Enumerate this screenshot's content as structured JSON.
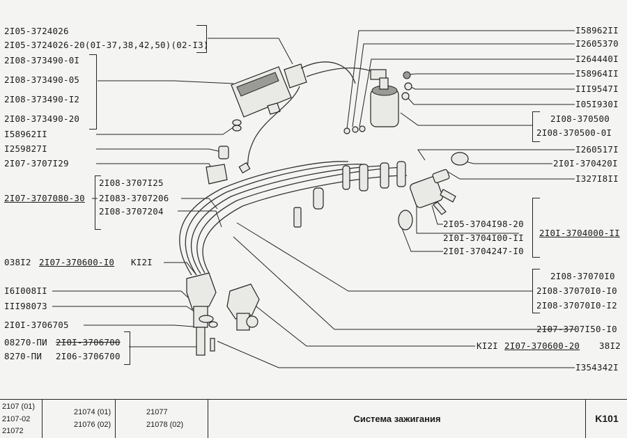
{
  "left_labels": {
    "l1": "2I05-3724026",
    "l2": "2I05-3724026-20(0I-37,38,42,50)(02-I3)",
    "l3": "2I08-373490-0I",
    "l4": "2I08-373490-05",
    "l5": "2I08-373490-I2",
    "l6": "2I08-373490-20",
    "l7": "I58962II",
    "l8": "I259827I",
    "l9": "2I07-3707I29",
    "l10": "2I07-3707080-30",
    "l11": "2I08-3707I25",
    "l12": "2I083-3707206",
    "l13": "2I08-3707204",
    "l14a": "038I2",
    "l14b": "2I07-370600-I0",
    "l14c": "KI2I",
    "l15": "I6I008II",
    "l16": "III98073",
    "l17": "2I0I-3706705",
    "l18a": "08270-ПИ",
    "l18b": "2I0I-3706700",
    "l19a": "8270-ПИ",
    "l19b": "2I06-3706700"
  },
  "right_labels": {
    "r1": "I58962II",
    "r2": "I2605370",
    "r3": "I264440I",
    "r4": "I58964II",
    "r5": "III9547I",
    "r6": "I05I930I",
    "r7": "2I08-370500",
    "r8": "2I08-370500-0I",
    "r9": "I260517I",
    "r10": "2I0I-370420I",
    "r11": "I327I8II",
    "r12": "2I05-3704I98-20",
    "r13": "2I0I-3704000-II",
    "r14": "2I0I-3704I00-II",
    "r15": "2I0I-3704247-I0",
    "r16": "2I08-37070I0",
    "r17": "2I08-37070I0-I0",
    "r18": "2I08-37070I0-I2",
    "r19": "2I07-3707I50-I0",
    "r20a": "KI2I",
    "r20b": "2I07-370600-20",
    "r20c": "38I2",
    "r21": "I354342I"
  },
  "footer": {
    "models_col1": [
      "2107 (01)",
      "2107-02",
      "21072"
    ],
    "models_col2": [
      "21074 (01)",
      "21076 (02)"
    ],
    "models_col3": [
      "21077",
      "21078 (02)"
    ],
    "title": "Система зажигания",
    "code": "K101"
  }
}
